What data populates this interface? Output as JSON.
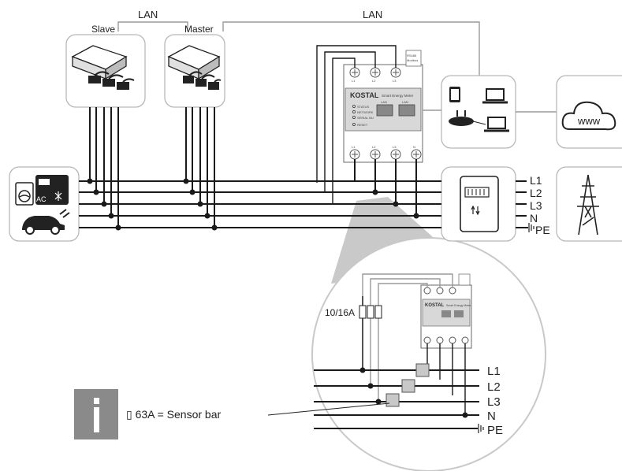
{
  "labels": {
    "lan_left": "LAN",
    "lan_right": "LAN",
    "slave": "Slave",
    "master": "Master",
    "meter_brand": "KOSTAL",
    "meter_name": "Smart Energy Meter",
    "meter_rs": "RS485",
    "meter_modbus": "Modbus",
    "meter_status": "STATUS",
    "meter_network": "NETWORK",
    "meter_serial": "SERIAL BU",
    "meter_reset": "RESET",
    "meter_lan_1": "LAN",
    "meter_lan_2": "LAN",
    "term_top_1": "L1",
    "term_top_2": "L2",
    "term_top_3": "L3",
    "term_bot_1": "L1",
    "term_bot_2": "L2",
    "term_bot_3": "L3",
    "term_bot_4": "N",
    "line_l1": "L1",
    "line_l2": "L2",
    "line_l3": "L3",
    "line_n": "N",
    "line_pe": "PE",
    "www": "www",
    "ac": "AC",
    "fuse": "10/16A",
    "zoom_l1": "L1",
    "zoom_l2": "L2",
    "zoom_l3": "L3",
    "zoom_n": "N",
    "zoom_pe": "PE",
    "info_text": "▯ 63A = Sensor bar"
  },
  "colors": {
    "wire": "#1a1a1a",
    "box_stroke": "#b8b8b8",
    "zoom_cone": "#c9c9c9",
    "info_icon": "#8a8a8a"
  }
}
